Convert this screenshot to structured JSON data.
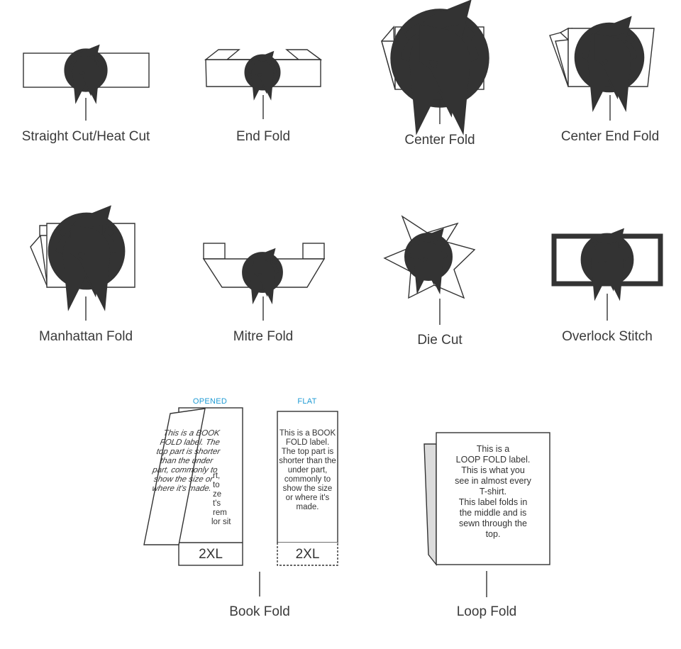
{
  "colors": {
    "logo": "#1b9ad6",
    "stroke": "#333333",
    "caption": "#1f9bd4",
    "shade": "#dcdcdc"
  },
  "labels": {
    "straight_cut": "Straight Cut/Heat Cut",
    "end_fold": "End Fold",
    "center_fold": "Center Fold",
    "center_end_fold": "Center End Fold",
    "manhattan_fold": "Manhattan Fold",
    "mitre_fold": "Mitre Fold",
    "die_cut": "Die Cut",
    "overlock_stitch": "Overlock Stitch",
    "book_fold": "Book Fold",
    "loop_fold": "Loop Fold"
  },
  "book_fold": {
    "opened_caption": "OPENED",
    "flat_caption": "FLAT",
    "opened_top_text": "This is a BOOK FOLD label. The top part is shorter than the under part, commonly to show the size or where it's made.",
    "opened_under_lines": [
      "rt,",
      "to",
      "ze",
      "t's",
      "rem",
      "lor sit"
    ],
    "flat_text": "This is a BOOK FOLD label. The top part is shorter than the under part, commonly to show the size or where it's made.",
    "size_opened": "2XL",
    "size_flat": "2XL"
  },
  "loop_fold": {
    "text_lines": [
      "This is a",
      "LOOP FOLD label.",
      "This is what you",
      "see in almost every",
      "T-shirt.",
      "This label folds in",
      "the middle and is",
      "sewn through the",
      "top."
    ]
  },
  "icons": [
    "palm-tree-logo-icon"
  ]
}
